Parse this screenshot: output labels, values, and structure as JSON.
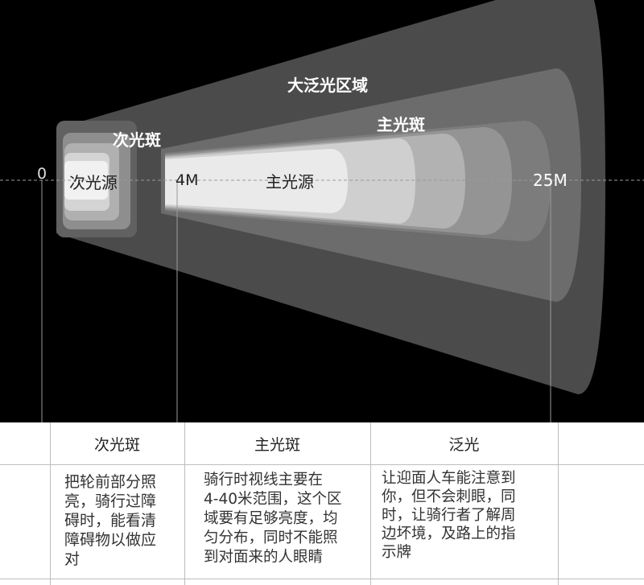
{
  "diagram": {
    "labels": {
      "zero": "0",
      "secondary_spot": "次光斑",
      "secondary_source": "次光源",
      "four_m": "4M",
      "main_source": "主光源",
      "flood_area": "大泛光区域",
      "main_spot": "主光斑",
      "twenty_five_m": "25M"
    },
    "colors": {
      "background": "#000000",
      "flood_outer": "#4b4b4b",
      "flood_inner": "#6c6c6c",
      "beam_light": "#eaeaea"
    }
  },
  "table": {
    "headers": [
      "次光斑",
      "主光斑",
      "泛光"
    ],
    "descriptions": [
      [
        "把轮前部分照",
        "亮，骑行过障",
        "碍时，能看清",
        "障碍物以做应",
        "对"
      ],
      [
        "骑行时视线主要在",
        "4-40米范围，这个区",
        "域要有足够亮度，均",
        "匀分布，同时不能照",
        "到对面来的人眼睛"
      ],
      [
        "让迎面人车能注意到",
        "你，但不会刺眼，同",
        "时，让骑行者了解周",
        "边坏境，及路上的指",
        "示牌"
      ]
    ]
  }
}
